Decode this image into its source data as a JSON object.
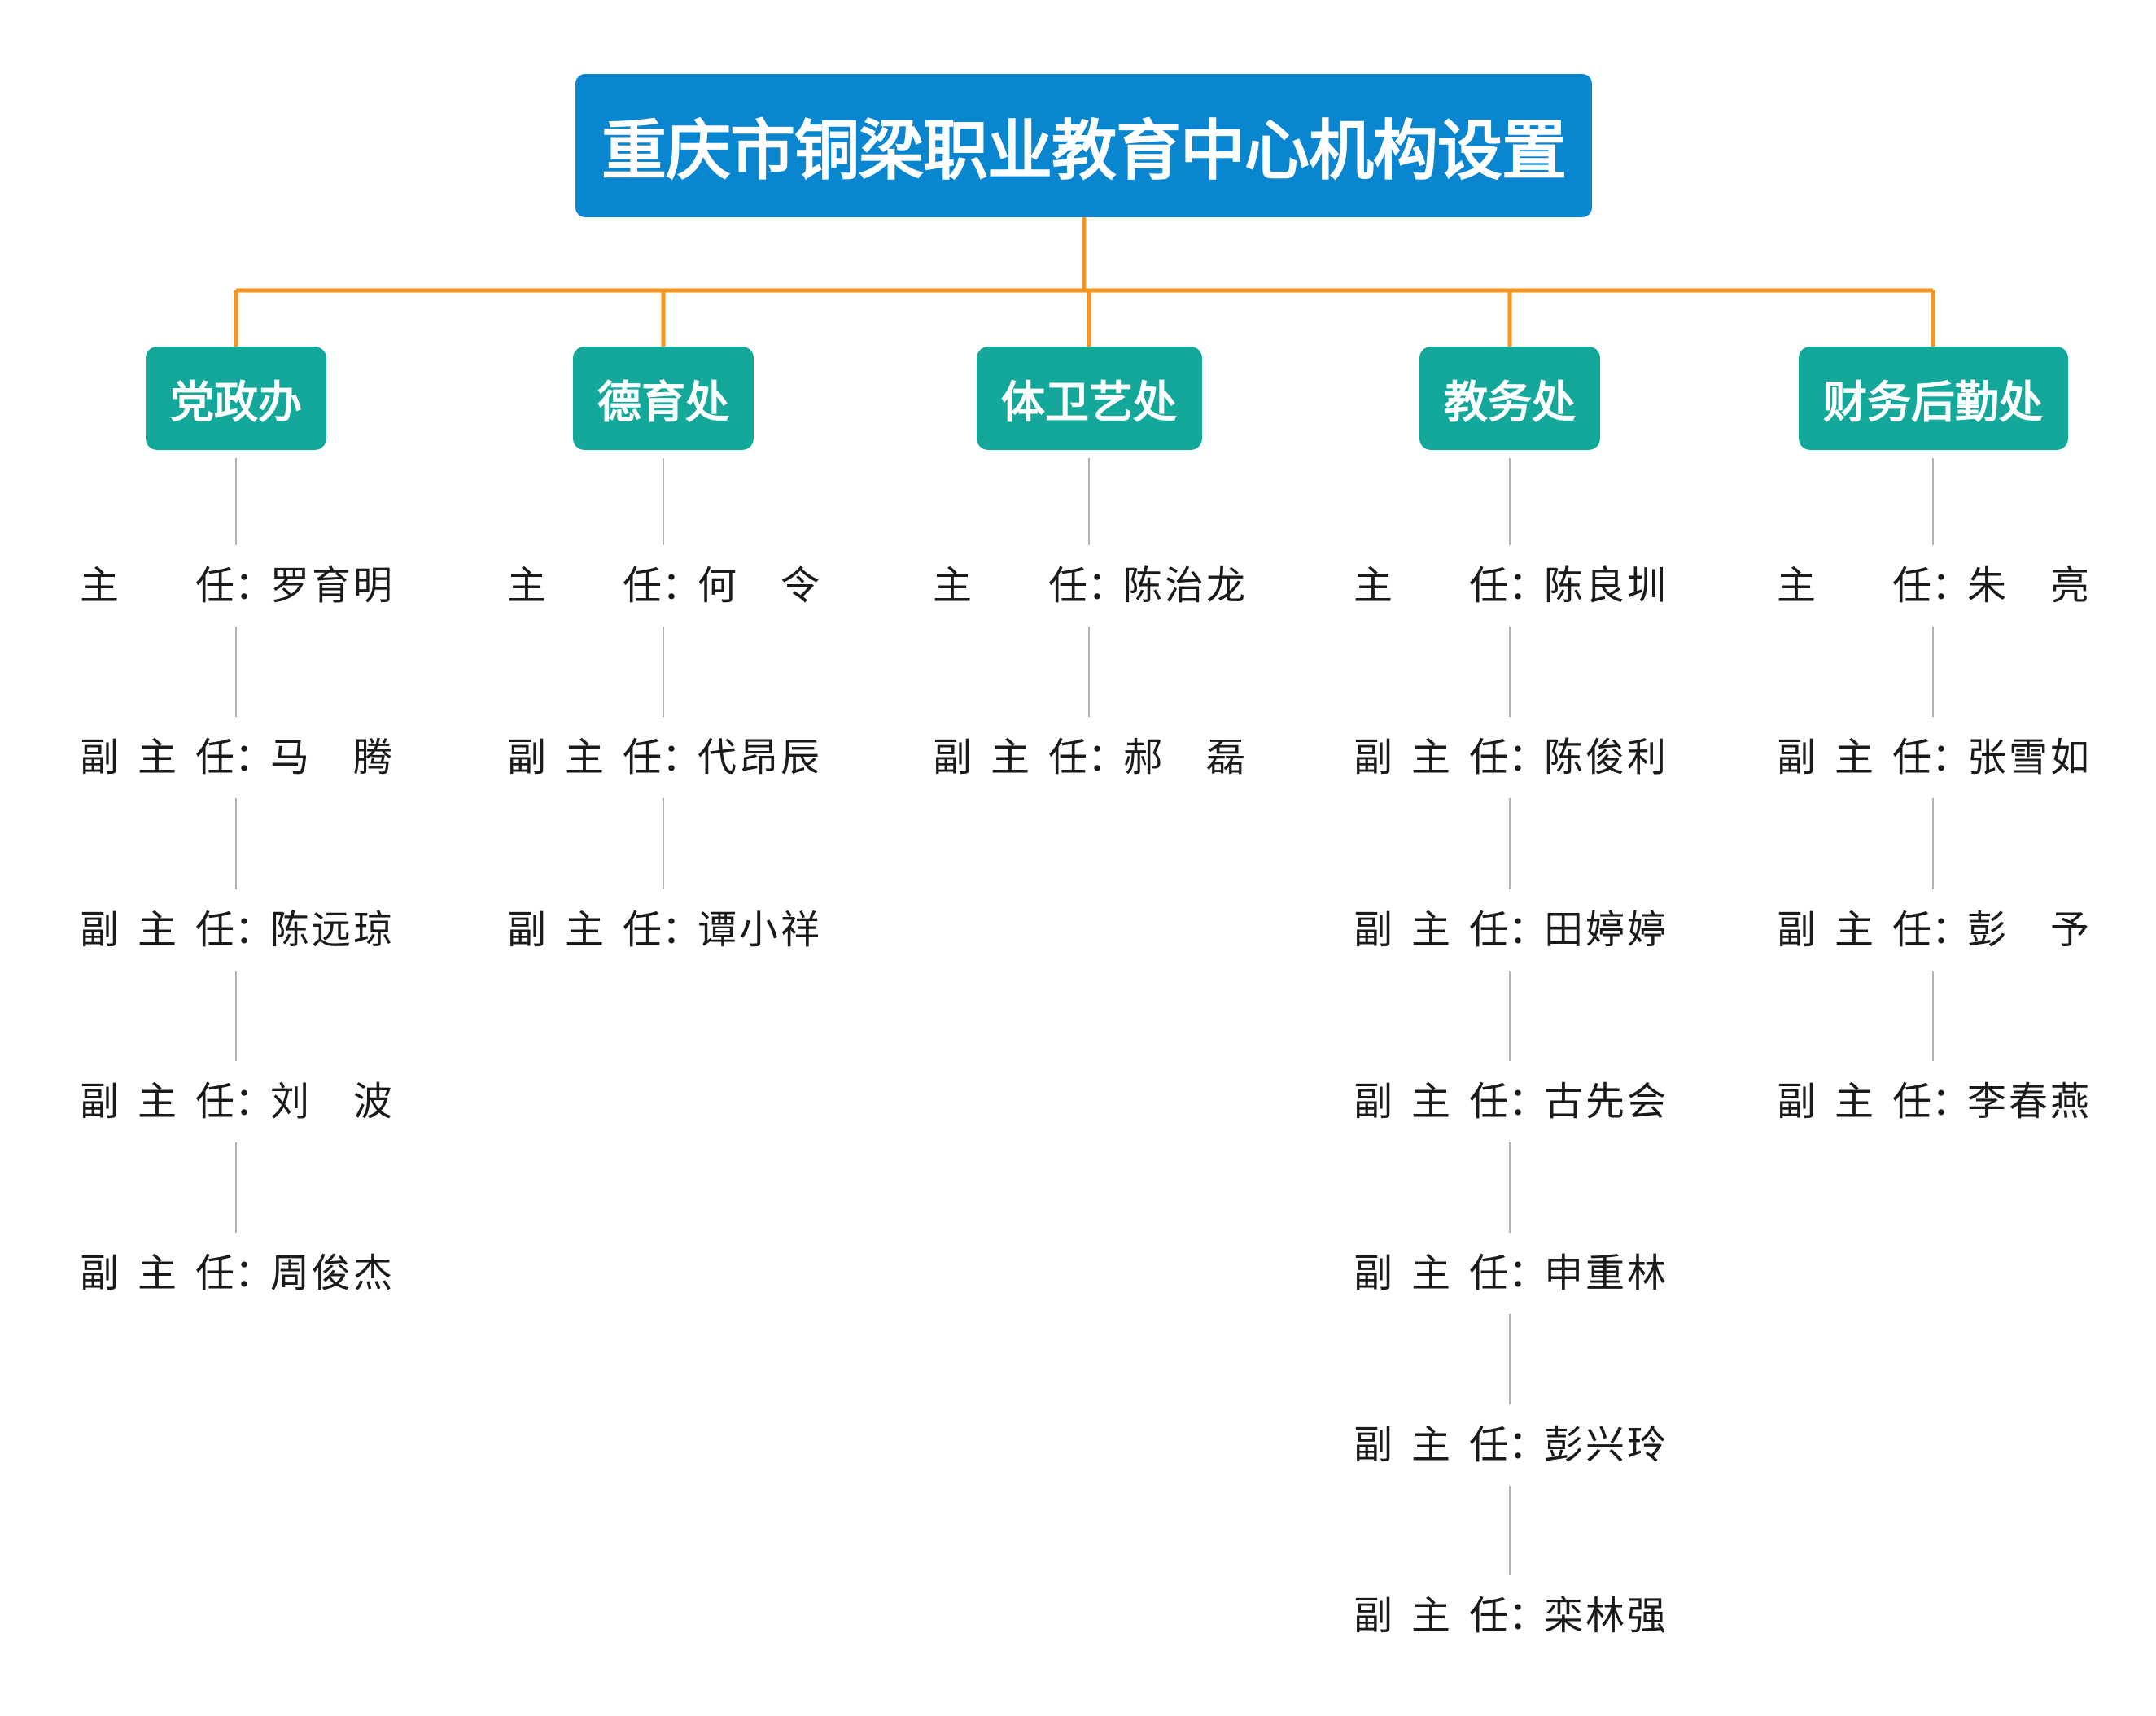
{
  "org": {
    "title": "重庆市铜梁职业教育中心机构设置",
    "colors": {
      "root": "#0a85d0",
      "dept": "#13a89a",
      "connector": "#f7941d",
      "member_line": "#b3b3b3"
    },
    "departments": [
      {
        "name": "党政办",
        "members": [
          {
            "role": "主 任",
            "name": "罗育明"
          },
          {
            "role": "副主任",
            "name": "马 腾"
          },
          {
            "role": "副主任",
            "name": "陈远琼"
          },
          {
            "role": "副主任",
            "name": "刘 波"
          },
          {
            "role": "副主任",
            "name": "周俊杰"
          }
        ]
      },
      {
        "name": "德育处",
        "members": [
          {
            "role": "主 任",
            "name": "何 令"
          },
          {
            "role": "副主任",
            "name": "代昂辰"
          },
          {
            "role": "副主任",
            "name": "谭小祥"
          }
        ]
      },
      {
        "name": "体卫艺处",
        "members": [
          {
            "role": "主 任",
            "name": "陈治龙"
          },
          {
            "role": "副主任",
            "name": "郝 磊"
          }
        ]
      },
      {
        "name": "教务处",
        "members": [
          {
            "role": "主 任",
            "name": "陈良圳"
          },
          {
            "role": "副主任",
            "name": "陈俊利"
          },
          {
            "role": "副主任",
            "name": "田婷婷"
          },
          {
            "role": "副主任",
            "name": "古先会"
          },
          {
            "role": "副主任",
            "name": "申重林"
          },
          {
            "role": "副主任",
            "name": "彭兴玲"
          },
          {
            "role": "副主任",
            "name": "栾林强"
          }
        ]
      },
      {
        "name": "财务后勤处",
        "members": [
          {
            "role": "主 任",
            "name": "朱 亮"
          },
          {
            "role": "副主任",
            "name": "张雪如"
          },
          {
            "role": "副主任",
            "name": "彭 予"
          },
          {
            "role": "副主任",
            "name": "李春燕"
          }
        ]
      }
    ]
  }
}
